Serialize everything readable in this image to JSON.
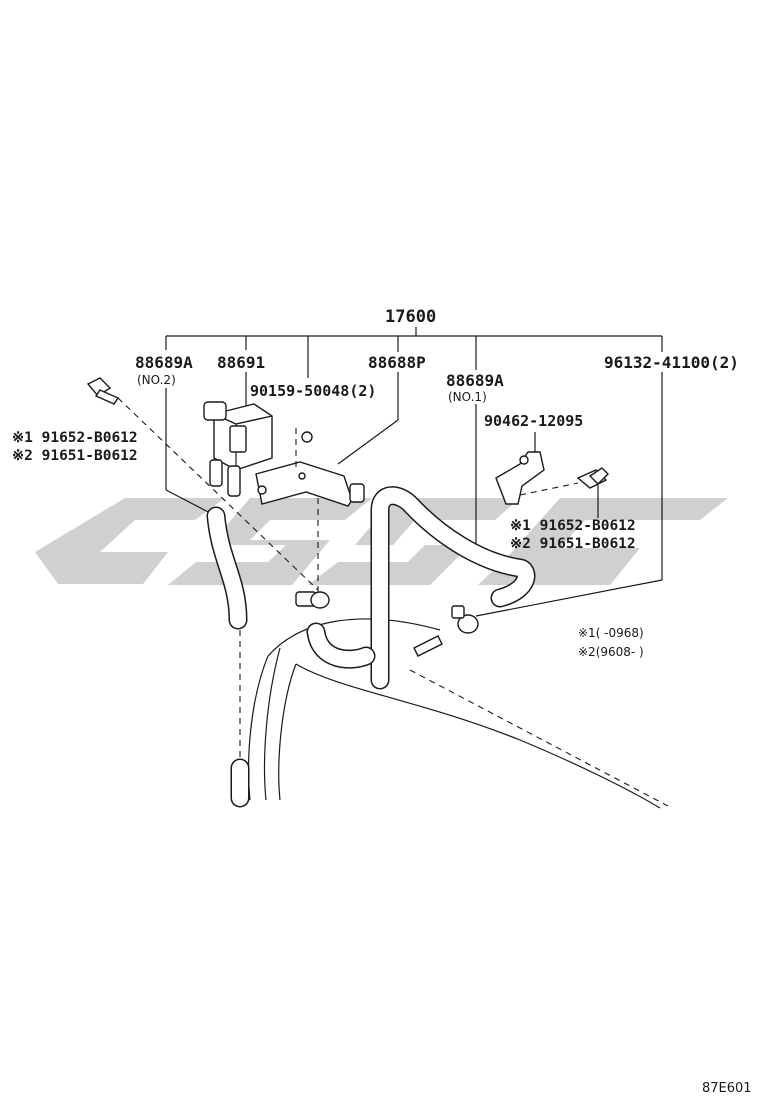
{
  "diagram": {
    "main_part": "17600",
    "labels": {
      "p88689a_no2": "88689A",
      "no2": "(NO.2)",
      "p88691": "88691",
      "p88688p": "88688P",
      "p90159": "90159-50048(2)",
      "p88689a_no1": "88689A",
      "no1": "(NO.1)",
      "p96132": "96132-41100(2)",
      "p90462": "90462-12095",
      "left_91652": "※1 91652-B0612",
      "left_91651": "※2 91651-B0612",
      "right_91652": "※1 91652-B0612",
      "right_91651": "※2 91651-B0612",
      "note1": "※1(     -0968)",
      "note2": "※2(9608-      )"
    },
    "code": "87E601",
    "watermark_color": "#c8c8c8",
    "line_color": "#1a1a1a"
  }
}
